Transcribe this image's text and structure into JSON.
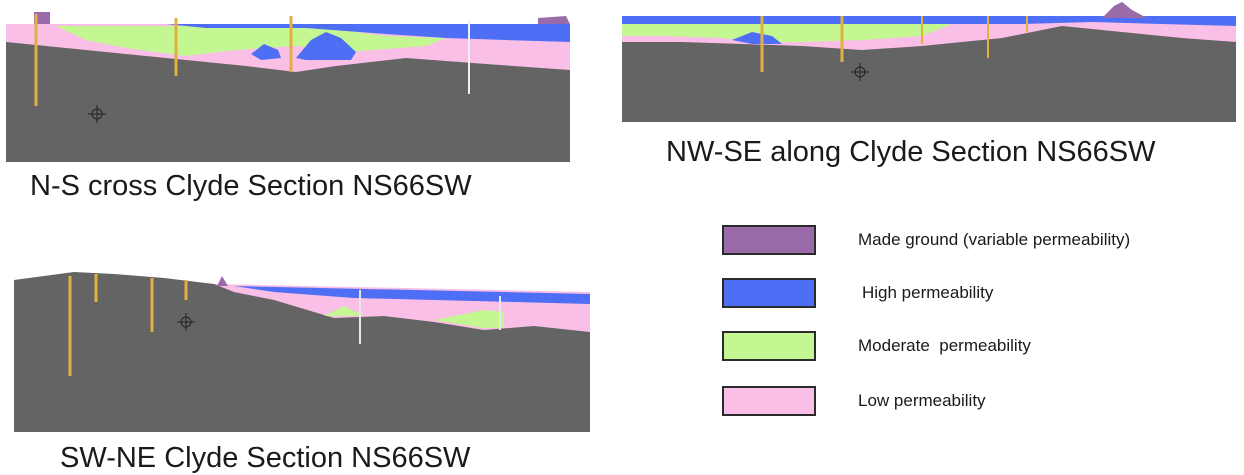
{
  "sections": [
    {
      "caption": "N-S cross Clyde Section NS66SW"
    },
    {
      "caption": "NW-SE along Clyde Section NS66SW"
    },
    {
      "caption": "SW-NE Clyde Section NS66SW"
    }
  ],
  "legend": [
    {
      "label": "Made ground (variable permeability)",
      "color": "#9b6aa8"
    },
    {
      "label": "High permeability",
      "color": "#4d6ef5"
    },
    {
      "label": "Moderate  permeability",
      "color": "#c4f792"
    },
    {
      "label": "Low permeability",
      "color": "#f9bfe6"
    }
  ],
  "colors": {
    "bedrock": "#646464",
    "made_ground": "#9b6aa8",
    "high": "#4d6ef5",
    "moderate": "#c4f792",
    "low": "#f9bfe6",
    "borehole": "#e0b040"
  }
}
